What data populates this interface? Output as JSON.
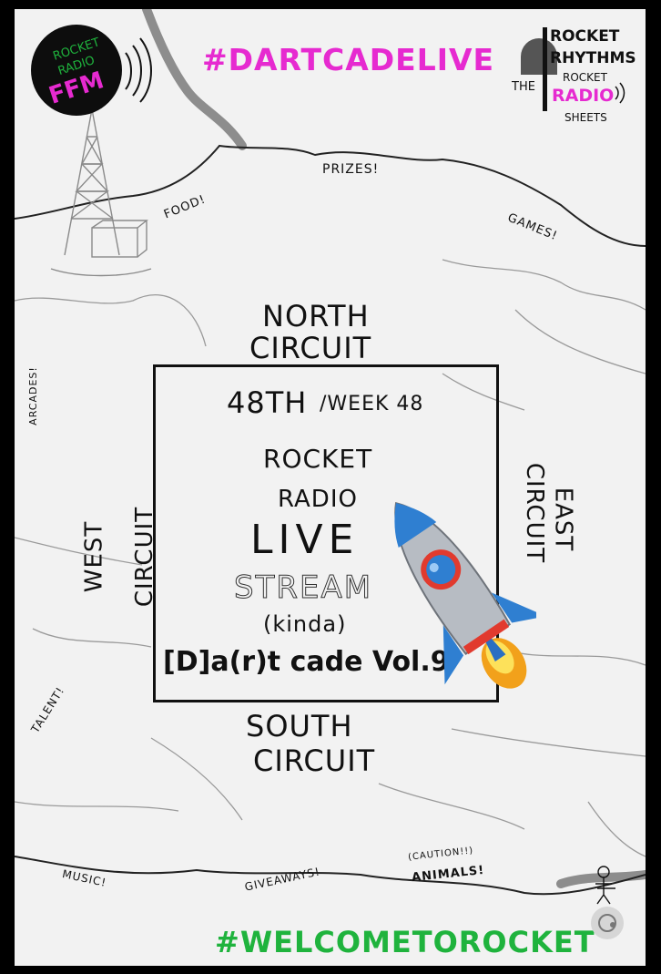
{
  "colors": {
    "magenta": "#e62ad0",
    "green": "#1fb33d",
    "ink": "#111111",
    "paper": "#f2f2f2",
    "frame": "#000000"
  },
  "header": {
    "hashtag_top": "#DARTCADELIVE",
    "hashtag_bottom": "#WELCOMETOROCKET"
  },
  "logo_left": {
    "line1": "ROCKET",
    "line2": "RADIO",
    "line3": "FFM"
  },
  "logo_right": {
    "line1": "ROCKET",
    "line2": "RHYTHMS",
    "line3": "THE",
    "line4": "ROCKET",
    "line5": "RADIO",
    "line6": "SHEETS"
  },
  "map_labels": {
    "prizes": "PRIZES!",
    "food": "FOOD!",
    "games": "GAMES!",
    "arcades": "ARCADES!",
    "talent": "TALENT!",
    "music": "MUSIC!",
    "giveaways": "GIVEAWAYS!",
    "caution": "(CAUTION!!)",
    "animals": "ANIMALS!"
  },
  "circuits": {
    "north_1": "NORTH",
    "north_2": "CIRCUIT",
    "south_1": "SOUTH",
    "south_2": "CIRCUIT",
    "east_1": "EAST",
    "east_2": "CIRCUIT",
    "west_1": "WEST",
    "west_2": "CIRCUIT"
  },
  "center_box": {
    "week_number": "48TH",
    "week_label": "/WEEK 48",
    "line_rocket": "ROCKET",
    "line_radio": "RADIO",
    "line_live": "LIVE",
    "line_stream": "STREAM",
    "line_kinda": "(kinda)",
    "line_title": "[D]a(r)t cade Vol.9"
  }
}
